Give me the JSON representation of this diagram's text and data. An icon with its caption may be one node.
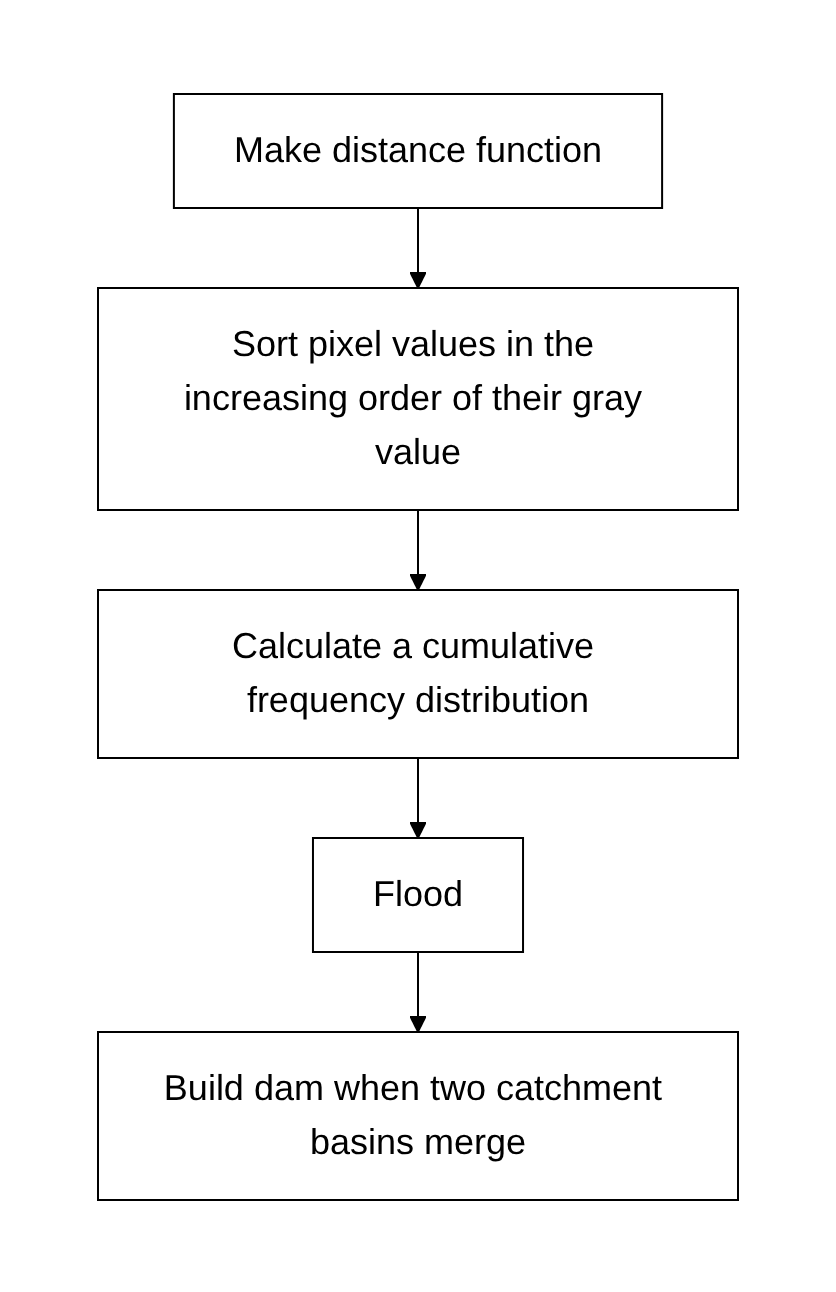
{
  "diagram": {
    "nodes": [
      {
        "text": [
          "Make distance function"
        ]
      },
      {
        "text": [
          "Sort pixel values in the increasing order of their gray value"
        ]
      },
      {
        "text": [
          "Calculate a cumulative frequency distribution"
        ]
      },
      {
        "text": [
          "Flood"
        ]
      },
      {
        "text": [
          "Build dam when two catchment basins merge"
        ]
      }
    ],
    "edges": [
      {
        "from": 0,
        "to": 1,
        "arrow": "to"
      },
      {
        "from": 1,
        "to": 2,
        "arrow": "to"
      },
      {
        "from": 2,
        "to": 3,
        "arrow": "to"
      },
      {
        "from": 3,
        "to": 4,
        "arrow": "to"
      }
    ]
  }
}
